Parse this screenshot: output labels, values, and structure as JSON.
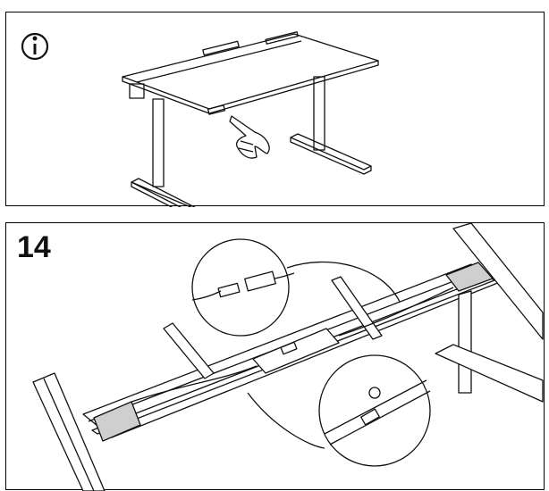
{
  "info_panel": {
    "icon": "info-circle-icon",
    "illustration": "standing-desk-control-press"
  },
  "step_panel": {
    "step_number": "14",
    "illustration": "cable-connection-underside"
  },
  "colors": {
    "line": "#000000",
    "fill_gray": "#cfcfcf"
  }
}
